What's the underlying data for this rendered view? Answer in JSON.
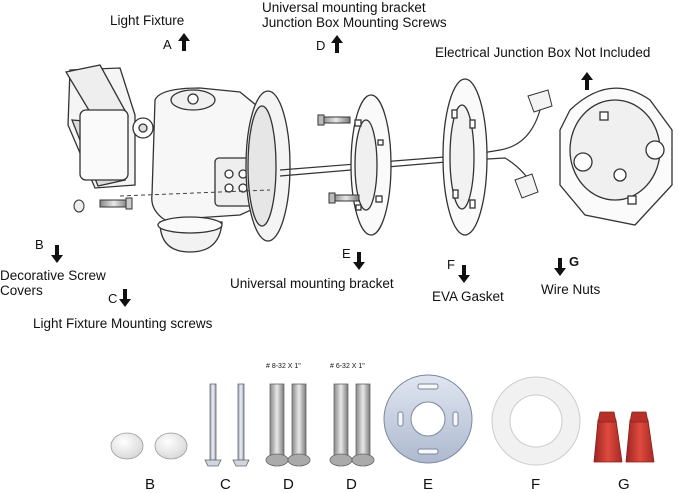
{
  "labels": {
    "light_fixture": "Light Fixture",
    "universal_bracket_screws_line1": "Universal mounting bracket",
    "universal_bracket_screws_line2": "Junction Box Mounting Screws",
    "junction_box": "Electrical Junction Box Not Included",
    "decorative_screw_covers_line1": "Decorative Screw",
    "decorative_screw_covers_line2": "Covers",
    "light_fixture_mounting_screws": "Light Fixture Mounting screws",
    "universal_mounting_bracket": "Universal mounting bracket",
    "eva_gasket": "EVA Gasket",
    "wire_nuts": "Wire Nuts"
  },
  "callout_letters": {
    "a": "A",
    "b": "B",
    "c": "C",
    "d": "D",
    "e": "E",
    "f": "F",
    "g": "G"
  },
  "screw_specs": {
    "d1": "# 8-32 X 1\"",
    "d2": "# 6-32 X 1\""
  },
  "parts_row": [
    "B",
    "C",
    "D",
    "D",
    "E",
    "F",
    "G"
  ],
  "colors": {
    "line": "#333333",
    "wire_nut": "#c8332b",
    "bracket_fill": "#c9d3e6",
    "gasket_fill": "#f3f3f3"
  }
}
